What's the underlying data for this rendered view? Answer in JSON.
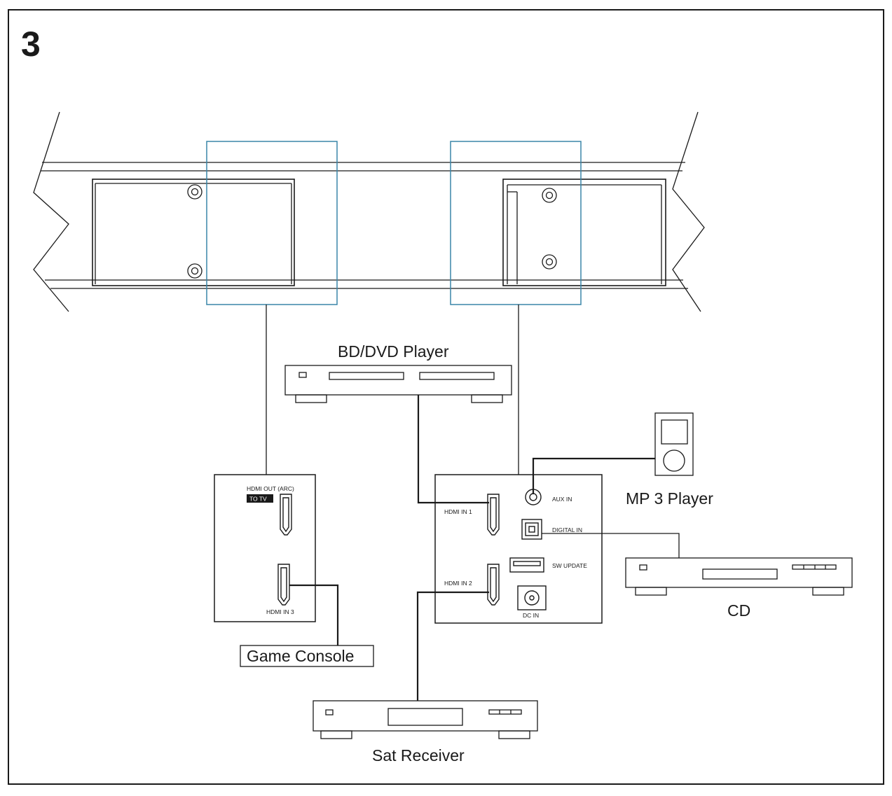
{
  "step_number": "3",
  "devices": {
    "bd_dvd_player": "BD/DVD Player",
    "mp3_player": "MP 3 Player",
    "cd": "CD",
    "game_console": "Game Console",
    "sat_receiver": "Sat Receiver"
  },
  "left_panel": {
    "hdmi_out_label": "HDMI OUT (ARC)",
    "to_tv_badge": "TO TV",
    "hdmi_in3_label": "HDMI IN 3"
  },
  "right_panel": {
    "hdmi_in1_label": "HDMI IN 1",
    "hdmi_in2_label": "HDMI IN 2",
    "aux_in_label": "AUX IN",
    "digital_in_label": "DIGITAL IN",
    "sw_update_label": "SW UPDATE",
    "dc_in_label": "DC IN"
  },
  "colors": {
    "line": "#1a1a1a",
    "callout": "#3a86a8",
    "background": "#ffffff"
  }
}
